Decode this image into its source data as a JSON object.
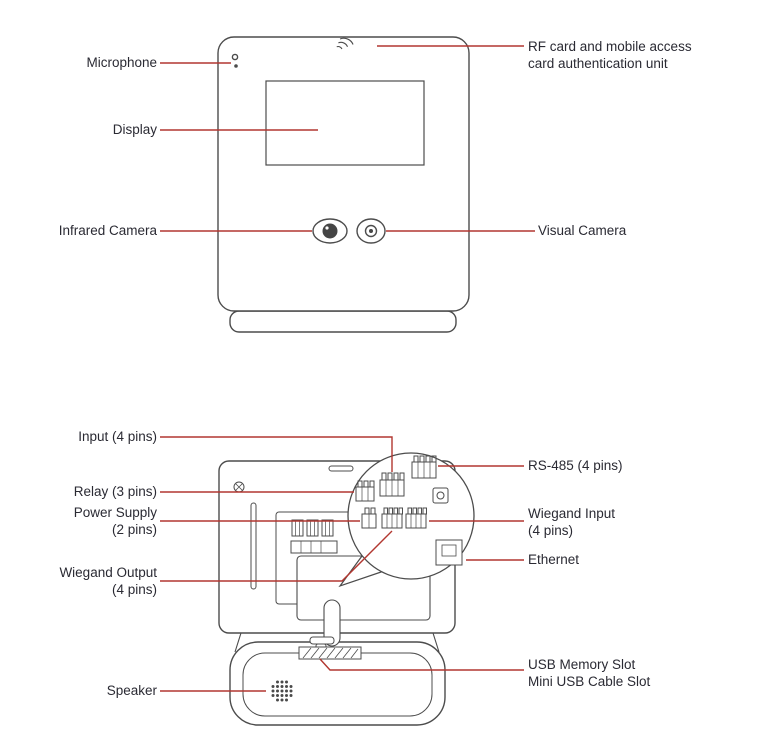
{
  "diagram": {
    "colors": {
      "leader_line": "#b23730",
      "outline": "#4c4c4c",
      "text": "#2a2a33"
    },
    "front": {
      "labels": {
        "microphone": "Microphone",
        "display": "Display",
        "infrared_camera": "Infrared Camera",
        "rf_unit_line1": "RF card and mobile access",
        "rf_unit_line2": "card authentication unit",
        "visual_camera": "Visual Camera"
      }
    },
    "rear": {
      "labels": {
        "input": "Input (4 pins)",
        "rs485": "RS-485 (4 pins)",
        "relay": "Relay (3 pins)",
        "power_line1": "Power Supply",
        "power_line2": "(2 pins)",
        "wiegand_in_line1": "Wiegand Input",
        "wiegand_in_line2": "(4 pins)",
        "wiegand_out_line1": "Wiegand Output",
        "wiegand_out_line2": "(4 pins)",
        "ethernet": "Ethernet",
        "usb_line1": "USB Memory Slot",
        "usb_line2": "Mini USB Cable Slot",
        "speaker": "Speaker"
      }
    }
  }
}
